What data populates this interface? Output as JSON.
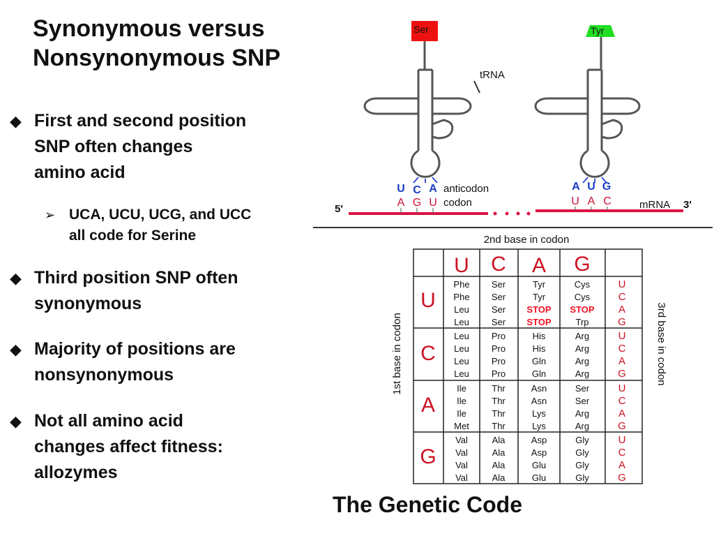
{
  "slide": {
    "title_lines": [
      "Synonymous versus",
      "Nonsynonymous SNP"
    ],
    "bullets": [
      {
        "lines": [
          "First and second position",
          "SNP often changes",
          "amino acid"
        ],
        "sub": {
          "lines": [
            "UCA, UCU, UCG, and UCC",
            "all code for Serine"
          ]
        }
      },
      {
        "lines": [
          "Third position SNP often",
          "synonymous"
        ]
      },
      {
        "lines": [
          "Majority of positions are",
          "nonsynonymous"
        ]
      },
      {
        "lines": [
          "Not all amino acid",
          "changes affect fitness:",
          "allozymes"
        ]
      }
    ]
  },
  "figure": {
    "trna_left": {
      "amino_acid": "Ser",
      "anticodon": [
        "U",
        "C",
        "A"
      ],
      "codon": [
        "A",
        "G",
        "U"
      ]
    },
    "trna_right": {
      "amino_acid": "Tyr",
      "anticodon": [
        "A",
        "U",
        "G"
      ],
      "codon": [
        "U",
        "A",
        "C"
      ]
    },
    "trna_label": "tRNA",
    "anticodon_label": "anticodon",
    "codon_label": "codon",
    "five_prime": "5'",
    "three_prime": "3'",
    "mrna_label": "mRNA",
    "colors": {
      "ser": "#ee1111",
      "tyr": "#22dd22",
      "mrna": "#dd1144",
      "blue": "#1a3cc8",
      "red": "#cc1122"
    }
  },
  "genetic_code": {
    "second_base_label": "2nd base in codon",
    "first_base_label": "1st base in codon",
    "third_base_label": "3rd base in codon",
    "caption": "The Genetic Code",
    "bases": [
      "U",
      "C",
      "A",
      "G"
    ],
    "third_column": [
      "U",
      "C",
      "A",
      "G"
    ],
    "cells": [
      [
        [
          "Phe",
          "Phe",
          "Leu",
          "Leu"
        ],
        [
          "Ser",
          "Ser",
          "Ser",
          "Ser"
        ],
        [
          "Tyr",
          "Tyr",
          "STOP",
          "STOP"
        ],
        [
          "Cys",
          "Cys",
          "STOP",
          "Trp"
        ]
      ],
      [
        [
          "Leu",
          "Leu",
          "Leu",
          "Leu"
        ],
        [
          "Pro",
          "Pro",
          "Pro",
          "Pro"
        ],
        [
          "His",
          "His",
          "Gln",
          "Gln"
        ],
        [
          "Arg",
          "Arg",
          "Arg",
          "Arg"
        ]
      ],
      [
        [
          "Ile",
          "Ile",
          "Ile",
          "Met"
        ],
        [
          "Thr",
          "Thr",
          "Thr",
          "Thr"
        ],
        [
          "Asn",
          "Asn",
          "Lys",
          "Lys"
        ],
        [
          "Ser",
          "Ser",
          "Arg",
          "Arg"
        ]
      ],
      [
        [
          "Val",
          "Val",
          "Val",
          "Val"
        ],
        [
          "Ala",
          "Ala",
          "Ala",
          "Ala"
        ],
        [
          "Asp",
          "Asp",
          "Glu",
          "Glu"
        ],
        [
          "Gly",
          "Gly",
          "Gly",
          "Gly"
        ]
      ]
    ]
  }
}
